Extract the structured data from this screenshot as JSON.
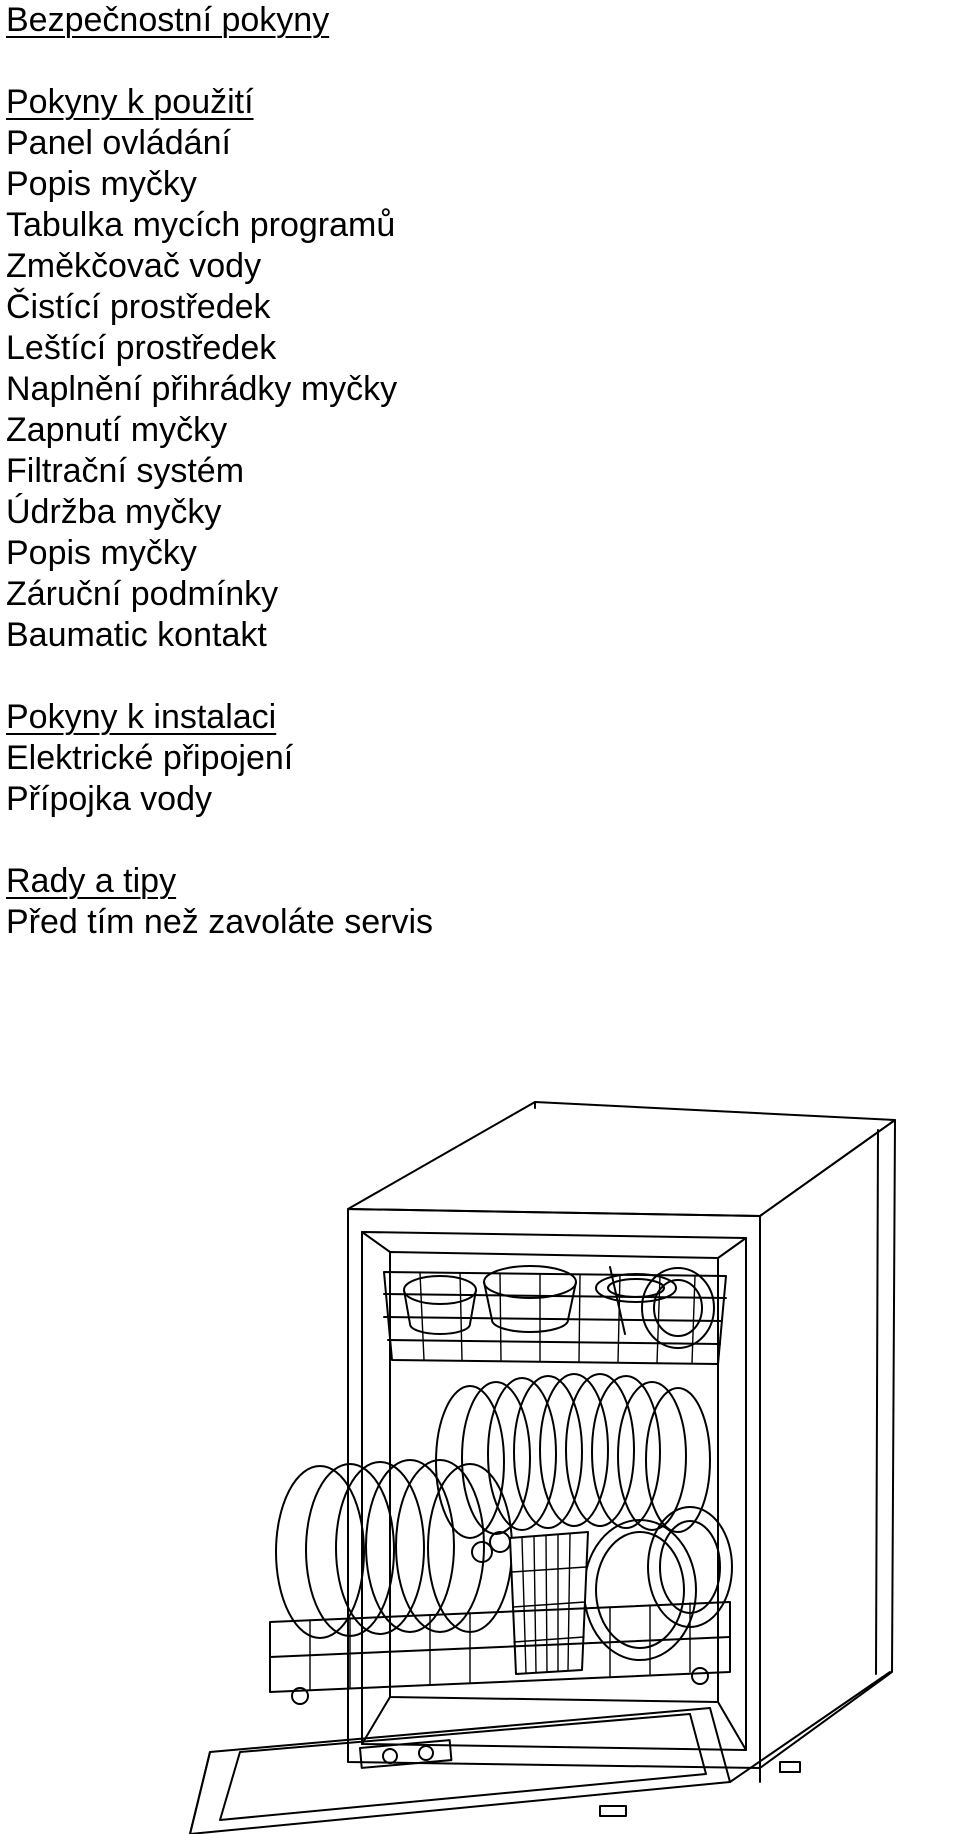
{
  "toc": {
    "safety_heading": "Bezpečnostní pokyny",
    "usage_heading": "Pokyny k použití",
    "usage_items": [
      "Panel ovládání",
      "Popis myčky",
      "Tabulka mycích programů",
      "Změkčovač vody",
      "Čistící prostředek",
      "Leštící prostředek",
      "Naplnění přihrádky myčky",
      "Zapnutí myčky",
      "Filtrační systém",
      "Údržba myčky",
      "Popis myčky",
      "Záruční podmínky",
      "Baumatic kontakt"
    ],
    "install_heading": "Pokyny k instalaci",
    "install_items": [
      "Elektrické připojení",
      "Přípojka vody"
    ],
    "tips_heading": "Rady a tipy",
    "tips_items": [
      "Před tím než zavoláte servis"
    ]
  },
  "illustration": {
    "icon": "dishwasher-open-line-drawing"
  }
}
